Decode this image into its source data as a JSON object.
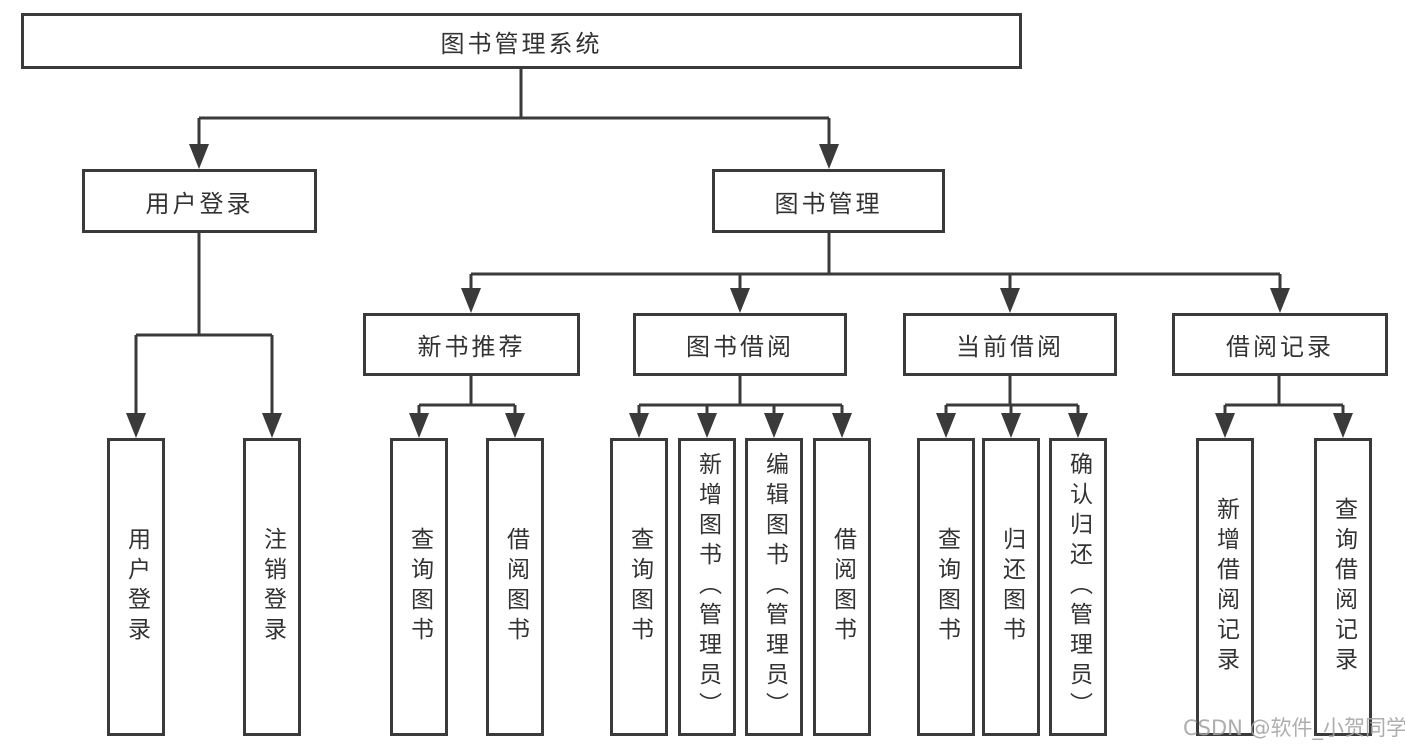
{
  "theme": {
    "background": "#ffffff",
    "line_color": "#3a3a3a",
    "text_color": "#333333",
    "watermark_color": "#a6a6a6"
  },
  "tree": {
    "root": {
      "label": "图书管理系统"
    },
    "level2": [
      {
        "label": "用户登录"
      },
      {
        "label": "图书管理"
      }
    ],
    "level3": [
      {
        "label": "新书推荐"
      },
      {
        "label": "图书借阅"
      },
      {
        "label": "当前借阅"
      },
      {
        "label": "借阅记录"
      }
    ],
    "leaves": {
      "user_login": [
        {
          "label": "用户登录"
        },
        {
          "label": "注销登录"
        }
      ],
      "new_book": [
        {
          "label": "查询图书"
        },
        {
          "label": "借阅图书"
        }
      ],
      "borrow": [
        {
          "label": "查询图书"
        },
        {
          "label": "新增图书（管理员）"
        },
        {
          "label": "编辑图书（管理员）"
        },
        {
          "label": "借阅图书"
        }
      ],
      "current": [
        {
          "label": "查询图书"
        },
        {
          "label": "归还图书"
        },
        {
          "label": "确认归还（管理员）"
        }
      ],
      "record": [
        {
          "label": "新增借阅记录"
        },
        {
          "label": "查询借阅记录"
        }
      ]
    }
  },
  "watermark": {
    "text": "CSDN @软件_小贺同学"
  }
}
